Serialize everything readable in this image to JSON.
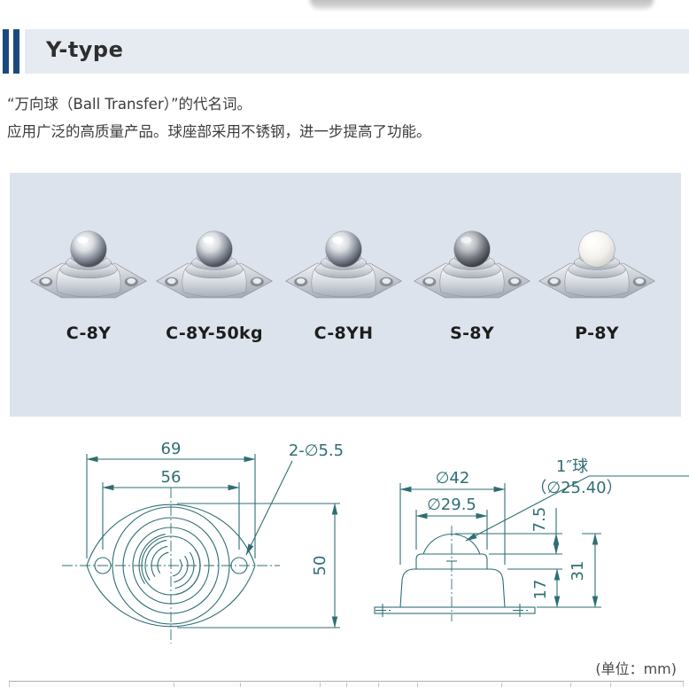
{
  "colors": {
    "accent_navy": "#1a4a7c",
    "header_bg": "#e6ebf2",
    "panel_bg": "#dde3ed",
    "drawing_teal": "#2e6e73",
    "body_text": "#3c3c3c",
    "table_border": "#c6c6c6"
  },
  "header": {
    "title": "Y-type"
  },
  "intro": {
    "line1": "“万向球（Ball Transfer）”的代名词。",
    "line2": "应用广泛的高质量产品。球座部采用不锈钢，进一步提高了功能。"
  },
  "panel": {
    "products": [
      {
        "label": "C-8Y",
        "ball": "chrome"
      },
      {
        "label": "C-8Y-50kg",
        "ball": "chrome"
      },
      {
        "label": "C-8YH",
        "ball": "chrome"
      },
      {
        "label": "S-8Y",
        "ball": "dark"
      },
      {
        "label": "P-8Y",
        "ball": "white"
      }
    ],
    "ball_styles": {
      "chrome": [
        "#ffffff",
        "#dadde2",
        "#9096a1",
        "#4a4e58",
        "#71767f"
      ],
      "dark": [
        "#f0f0f1",
        "#b9bcc2",
        "#74777e",
        "#3c3f46",
        "#5a5d64"
      ],
      "white": [
        "#ffffff",
        "#faf9f6",
        "#f0efeb",
        "#d8d7d1",
        "#c3c2bb"
      ]
    },
    "metal": {
      "light": "#f7f8fa",
      "mid": "#d5d9df",
      "deep": "#a8aeb8",
      "edge": "#8c929b",
      "hole": "#868d96"
    }
  },
  "drawings": {
    "top_view": {
      "width_outer": "69",
      "holes_span": "56",
      "holes_note": "2-∅5.5",
      "height": "50"
    },
    "side_view": {
      "dia_outer": "∅42",
      "dia_seat": "∅29.5",
      "ball_line1": "1″球",
      "ball_line2": "（∅25.40）",
      "protrusion": "7.5",
      "body_height": "17",
      "total_height": "31"
    }
  },
  "unit_note": "(单位：mm)"
}
